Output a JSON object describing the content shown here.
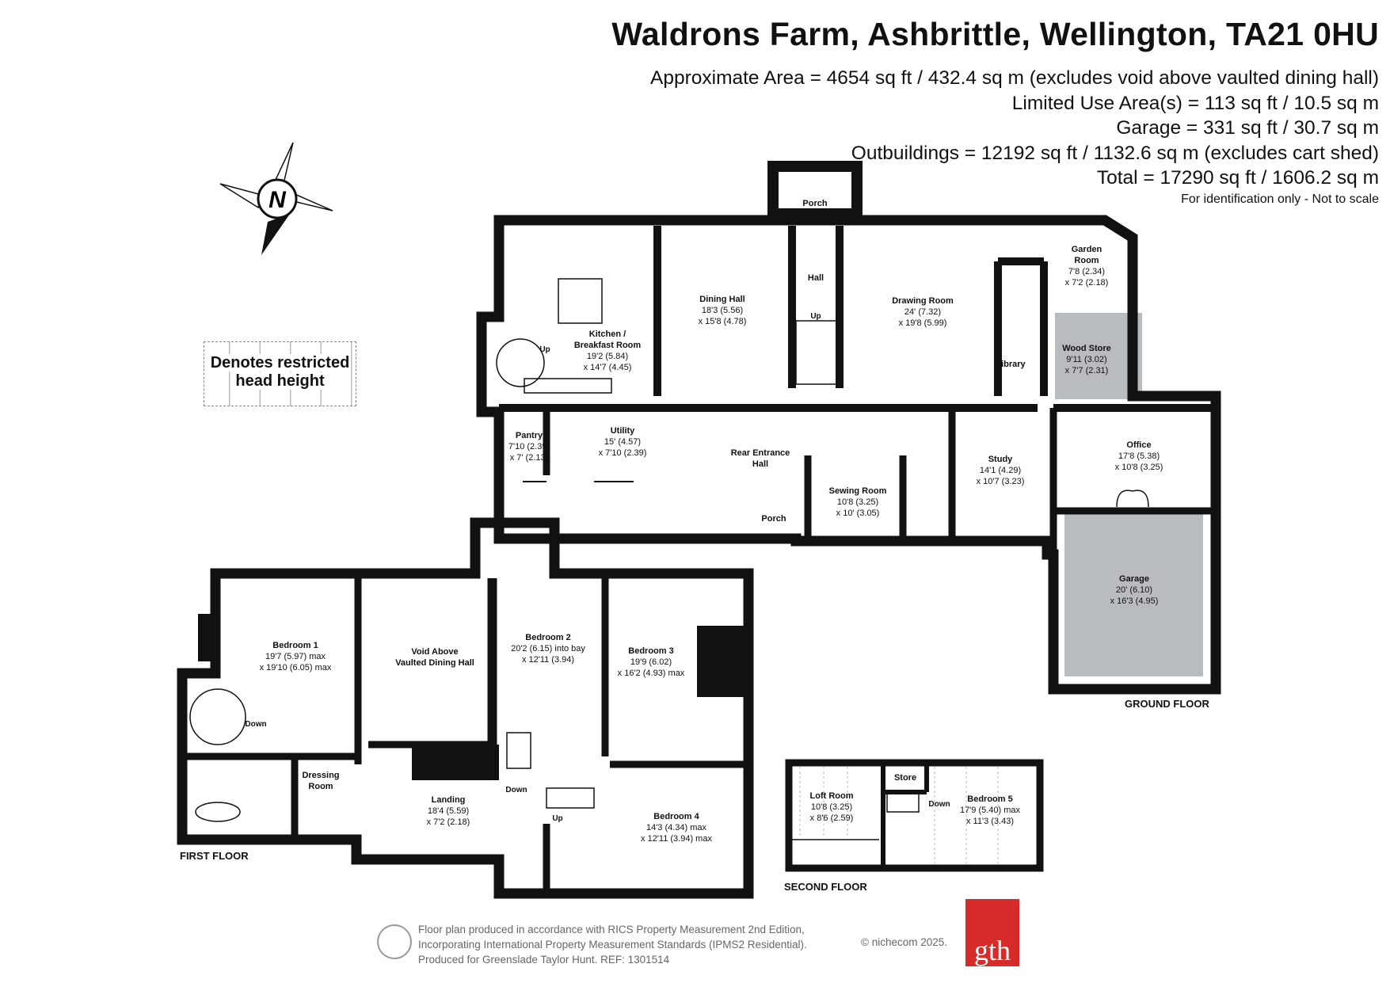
{
  "header": {
    "title": "Waldrons Farm, Ashbrittle, Wellington, TA21 0HU",
    "area_lines": [
      "Approximate Area = 4654 sq ft / 432.4 sq m (excludes void above vaulted dining hall)",
      "Limited Use Area(s) = 113 sq ft / 10.5 sq m",
      "Garage = 331 sq ft / 30.7 sq m",
      "Outbuildings = 12192 sq ft / 1132.6 sq m (excludes cart shed)",
      "Total = 17290 sq ft / 1606.2 sq m"
    ],
    "disclaimer": "For identification only - Not to scale"
  },
  "compass": {
    "label": "N",
    "icon": "compass-rose-icon"
  },
  "legend": {
    "text_line1": "Denotes restricted",
    "text_line2": "head height"
  },
  "floors": {
    "ground": "GROUND FLOOR",
    "first": "FIRST FLOOR",
    "second": "SECOND FLOOR"
  },
  "rooms": {
    "porch_north": {
      "name": "Porch"
    },
    "garden_room": {
      "name_line1": "Garden",
      "name_line2": "Room",
      "dim1": "7'8 (2.34)",
      "dim2": "x 7'2 (2.18)"
    },
    "kitchen": {
      "name_line1": "Kitchen /",
      "name_line2": "Breakfast Room",
      "dim1": "19'2 (5.84)",
      "dim2": "x 14'7 (4.45)"
    },
    "dining_hall": {
      "name": "Dining Hall",
      "dim1": "18'3 (5.56)",
      "dim2": "x 15'8 (4.78)"
    },
    "hall": {
      "name": "Hall"
    },
    "drawing_room": {
      "name": "Drawing Room",
      "dim1": "24' (7.32)",
      "dim2": "x 19'8 (5.99)"
    },
    "library": {
      "name": "Library"
    },
    "wood_store": {
      "name": "Wood Store",
      "dim1": "9'11 (3.02)",
      "dim2": "x 7'7 (2.31)"
    },
    "pantry": {
      "name": "Pantry",
      "dim1": "7'10 (2.39)",
      "dim2": "x 7' (2.13)"
    },
    "utility": {
      "name": "Utility",
      "dim1": "15' (4.57)",
      "dim2": "x 7'10 (2.39)"
    },
    "rear_entrance": {
      "name_line1": "Rear Entrance",
      "name_line2": "Hall"
    },
    "sewing_room": {
      "name": "Sewing Room",
      "dim1": "10'8 (3.25)",
      "dim2": "x 10' (3.05)"
    },
    "study": {
      "name": "Study",
      "dim1": "14'1 (4.29)",
      "dim2": "x 10'7 (3.23)"
    },
    "office": {
      "name": "Office",
      "dim1": "17'8 (5.38)",
      "dim2": "x 10'8 (3.25)"
    },
    "porch_south": {
      "name": "Porch"
    },
    "garage": {
      "name": "Garage",
      "dim1": "20' (6.10)",
      "dim2": "x 16'3 (4.95)"
    },
    "bedroom1": {
      "name": "Bedroom 1",
      "dim1": "19'7 (5.97) max",
      "dim2": "x 19'10 (6.05) max"
    },
    "void": {
      "name_line1": "Void Above",
      "name_line2": "Vaulted Dining Hall"
    },
    "bedroom2": {
      "name": "Bedroom 2",
      "dim1": "20'2 (6.15) into bay",
      "dim2": "x 12'11 (3.94)"
    },
    "bedroom3": {
      "name": "Bedroom 3",
      "dim1": "19'9 (6.02)",
      "dim2": "x 16'2 (4.93) max"
    },
    "dressing": {
      "name_line1": "Dressing",
      "name_line2": "Room"
    },
    "landing": {
      "name": "Landing",
      "dim1": "18'4 (5.59)",
      "dim2": "x 7'2 (2.18)"
    },
    "bedroom4": {
      "name": "Bedroom 4",
      "dim1": "14'3 (4.34) max",
      "dim2": "x 12'11 (3.94) max"
    },
    "loft_room": {
      "name": "Loft Room",
      "dim1": "10'8 (3.25)",
      "dim2": "x 8'6 (2.59)"
    },
    "store": {
      "name": "Store"
    },
    "bedroom5": {
      "name": "Bedroom 5",
      "dim1": "17'9 (5.40) max",
      "dim2": "x 11'3 (3.43)"
    }
  },
  "stair_labels": {
    "up": "Up",
    "down": "Down"
  },
  "footer": {
    "line1": "Floor plan produced in accordance with RICS Property Measurement 2nd Edition,",
    "line2": "Incorporating International Property Measurement Standards (IPMS2 Residential).",
    "line3": "Produced for Greenslade Taylor Hunt.   REF:  1301514",
    "copyright": "© nichecom 2025.",
    "logo": "gth"
  }
}
